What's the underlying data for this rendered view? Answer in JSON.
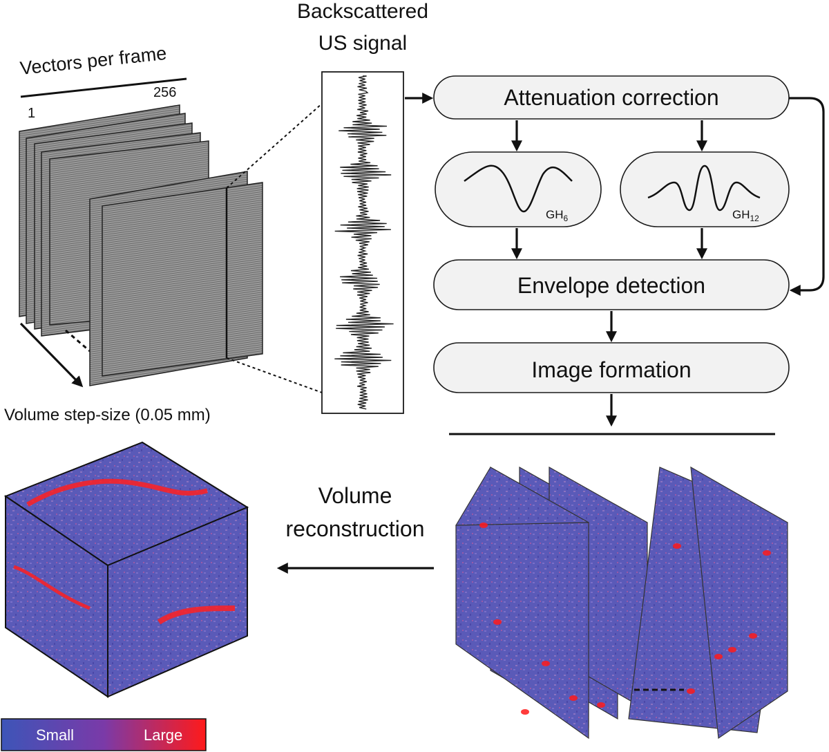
{
  "left_stack": {
    "heading": "Vectors per frame",
    "first_vector": "1",
    "last_vector": "256",
    "step_label": "Volume step-size (0.05 mm)"
  },
  "signal": {
    "title_line1": "Backscattered",
    "title_line2": "US signal"
  },
  "flow": {
    "attenuation": "Attenuation correction",
    "filter_a": {
      "base": "GH",
      "sub": "6"
    },
    "filter_b": {
      "base": "GH",
      "sub": "12"
    },
    "envelope": "Envelope detection",
    "image_formation": "Image formation"
  },
  "reconstruction": {
    "line1": "Volume",
    "line2": "reconstruction"
  },
  "colorbar": {
    "min_label": "Small",
    "max_label": "Large",
    "low_color": "#3d55b8",
    "high_color": "#ff1a1a"
  },
  "colors": {
    "box_fill": "#f2f2f2",
    "frame_gray": "#8c8c8c",
    "map_blue": "#5a5ab8"
  }
}
